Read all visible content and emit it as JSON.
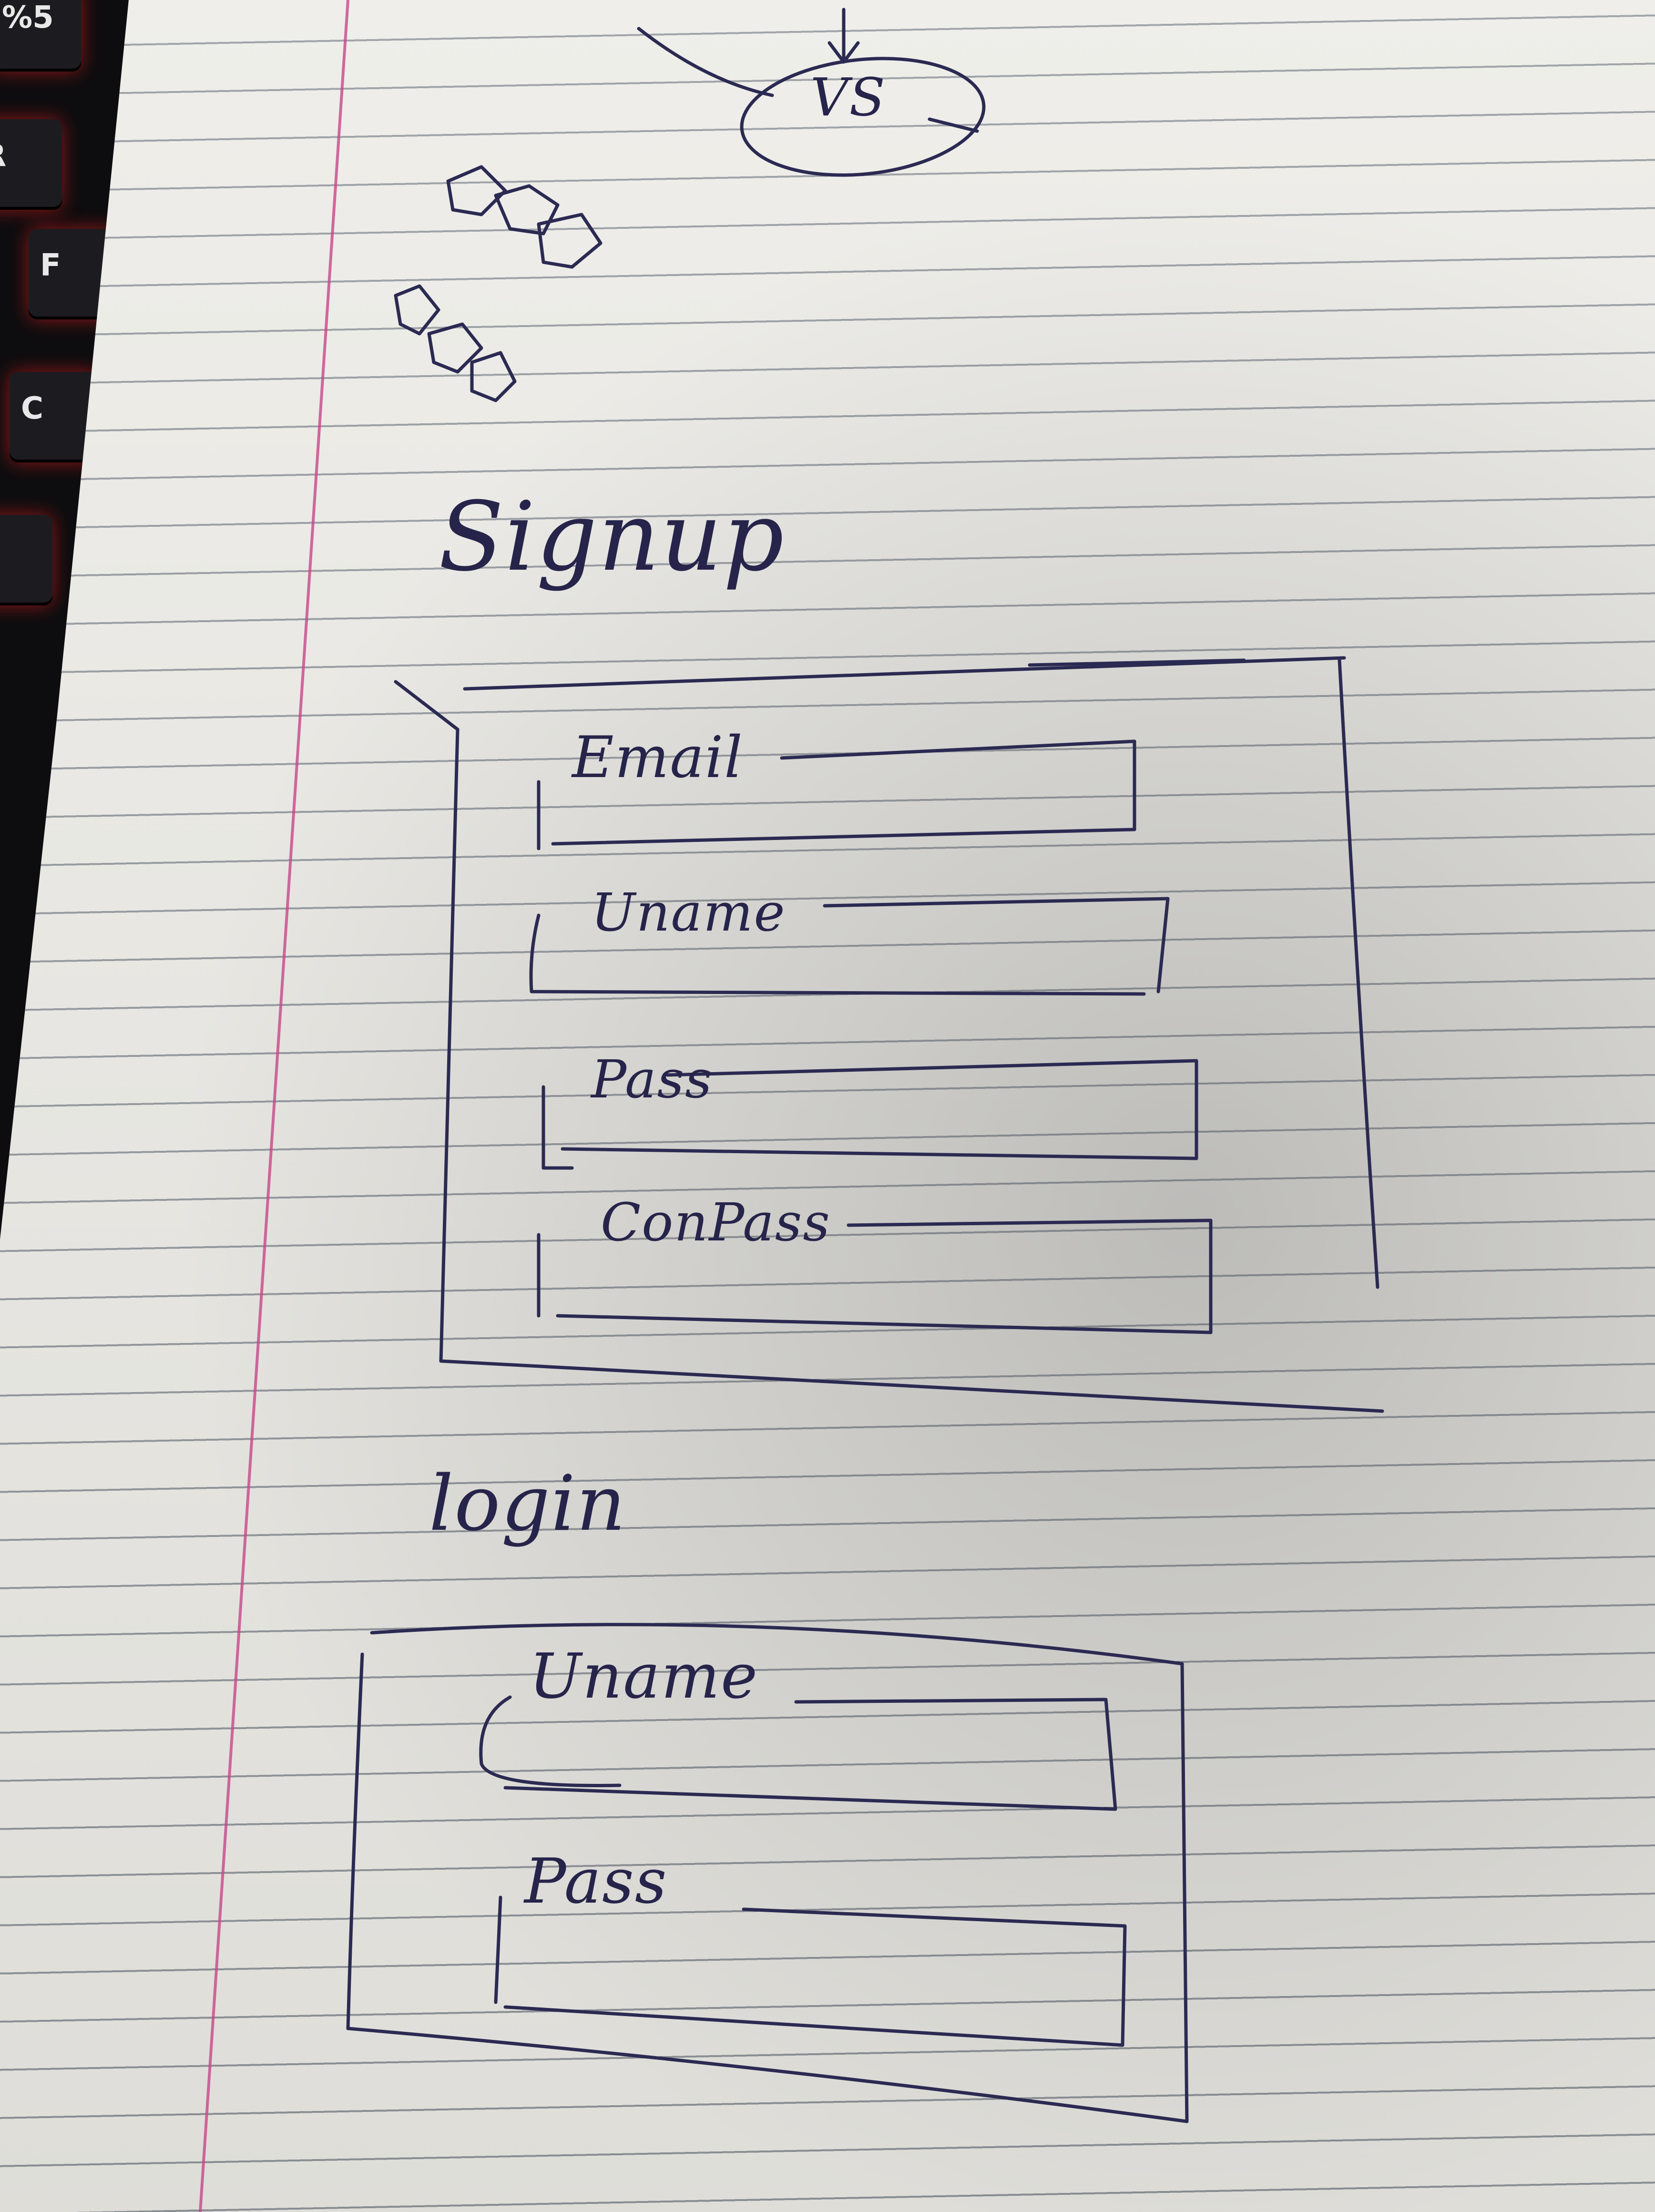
{
  "keyboard": {
    "keys": [
      "%5",
      "R",
      "F",
      "C"
    ]
  },
  "notes": {
    "top_circle_label": "VS",
    "signup": {
      "heading": "Signup",
      "fields": [
        "Email",
        "Uname",
        "Pass",
        "ConPass"
      ]
    },
    "login": {
      "heading": "login",
      "fields": [
        "Uname",
        "Pass"
      ]
    }
  },
  "colors": {
    "ink": "#2b2a52",
    "paper": "#ecebe6",
    "margin_line": "#c8478a",
    "key_glow": "#ff1e1e"
  }
}
